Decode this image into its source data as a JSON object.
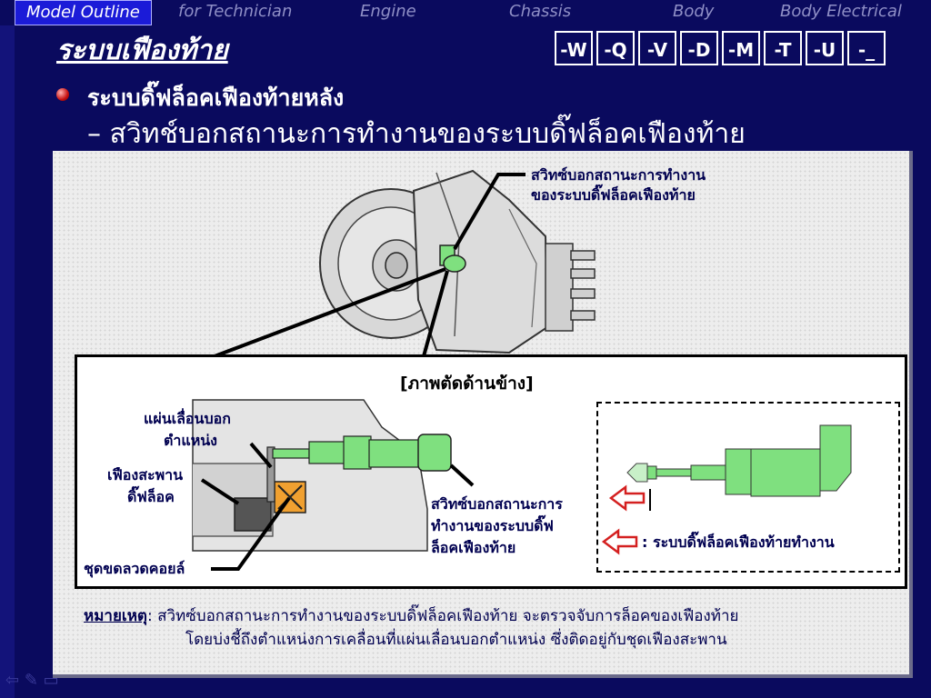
{
  "nav": {
    "tabs": [
      {
        "label": "Model Outline",
        "active": true
      },
      {
        "label": "for Technician",
        "active": false
      },
      {
        "label": "Engine",
        "active": false
      },
      {
        "label": "Chassis",
        "active": false
      },
      {
        "label": "Body",
        "active": false
      },
      {
        "label": "Body Electrical",
        "active": false
      }
    ]
  },
  "page": {
    "title": "ระบบเฟืองท้าย",
    "codes": [
      "-W",
      "-Q",
      "-V",
      "-D",
      "-M",
      "-T",
      "-U",
      "-_"
    ],
    "heading1": "ระบบดิ๊ฟล็อคเฟืองท้ายหลัง",
    "heading2": "– สวิทช์บอกสถานะการทำงานของระบบดิ๊ฟล็อคเฟืองท้าย"
  },
  "diagram": {
    "top_callout_line1": "สวิทซ์บอกสถานะการทำงาน",
    "top_callout_line2": "ของระบบดิ๊ฟล็อคเฟืองท้าย",
    "detail_title": "[ภาพตัดด้านข้าง]",
    "label_slider_1": "แผ่นเลื่อนบอก",
    "label_slider_2": "ตำแหน่ง",
    "label_gear_1": "เฟืองสะพาน",
    "label_gear_2": "ดิ๊ฟล็อค",
    "label_coil": "ชุดขดลวดคอยล์",
    "label_switch_1": "สวิทซ์บอกสถานะการ",
    "label_switch_2": "ทำงานของระบบดิ๊ฟ",
    "label_switch_3": "ล็อคเฟืองท้าย",
    "legend_text": ": ระบบดิ๊ฟล็อคเฟืองท้ายทำงาน"
  },
  "note": {
    "label": "หมายเหตุ",
    "line1": ": สวิทซ์บอกสถานะการทำงานของระบบดิ๊ฟล็อคเฟืองท้าย จะตรวจจับการล็อคของเฟืองท้าย",
    "line2": "โดยบ่งชี้ถึงตำแหน่งการเคลื่อนที่แผ่นเลื่อนบอกตำแหน่ง ซึ่งติดอยู่กับชุดเฟืองสะพาน"
  },
  "colors": {
    "background": "#0a0a5e",
    "switch_green": "#7fe07f",
    "arrow_red": "#d42020",
    "coil_orange": "#f0a030"
  }
}
